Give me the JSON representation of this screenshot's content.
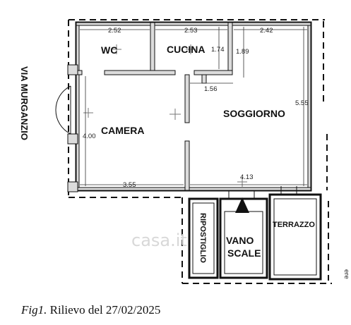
{
  "street": "VIA MURGANZIO",
  "rooms": {
    "wc": "WC",
    "cucina": "CUCINA",
    "camera": "CAMERA",
    "soggiorno": "SOGGIORNO",
    "ripostiglio": "RIPOSTIGLIO",
    "vano_line1": "VANO",
    "vano_line2": "SCALE",
    "terrazzo": "TERRAZZO"
  },
  "dimensions": {
    "wc_width": "2.52",
    "cucina_width": "2.53",
    "cucina_height": "1.74",
    "soggiorno_top": "2.42",
    "soggiorno_left_height": "1.89",
    "corridor": "1.56",
    "soggiorno_height": "5.55",
    "camera_height": "4.00",
    "camera_width": "3.55",
    "soggiorno_width": "4.13"
  },
  "caption": {
    "label": "Fig1.",
    "text": " Rilievo del 27/02/2025"
  },
  "watermark": "casa.it",
  "edge_mark": "ere"
}
